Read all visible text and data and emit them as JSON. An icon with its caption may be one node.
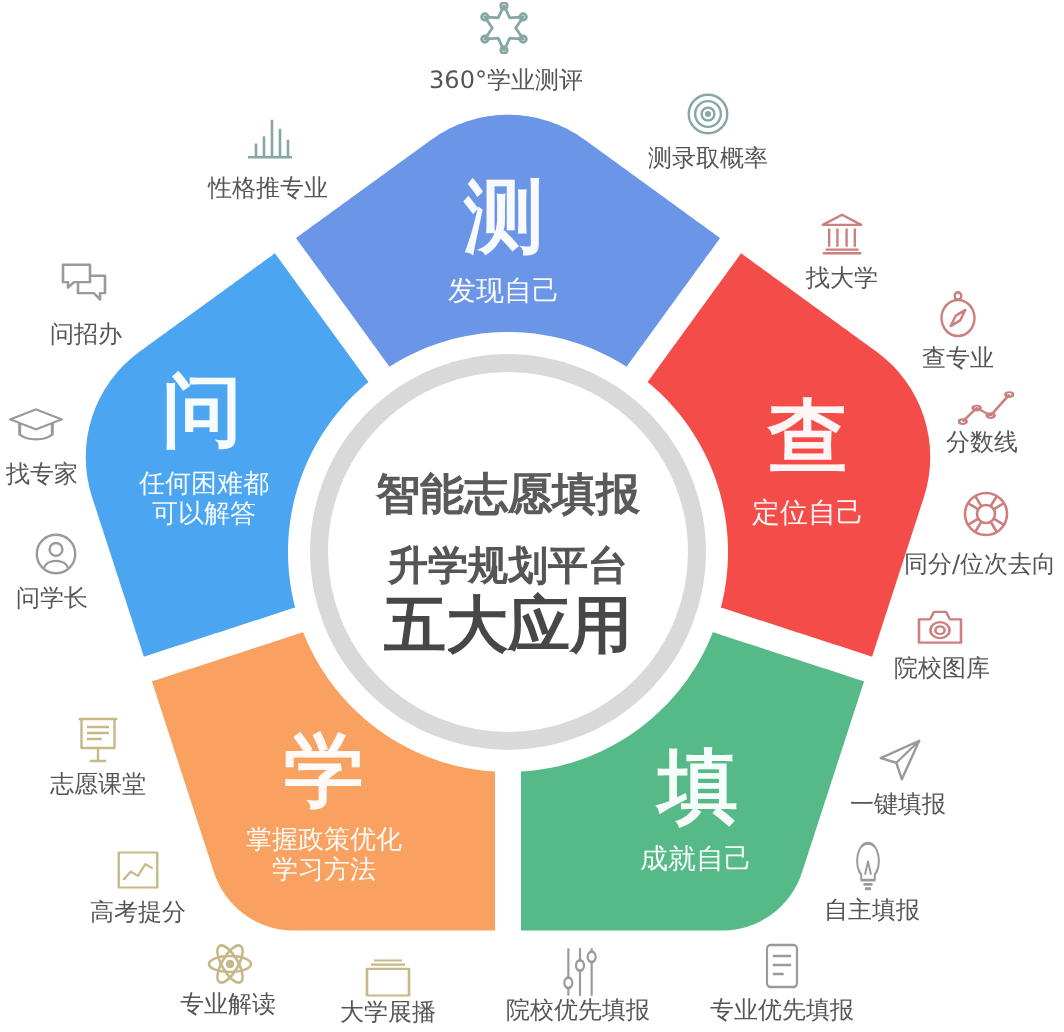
{
  "diagram": {
    "nodes": [
      {
        "text": [
          "智能志愿填报",
          "升学规划平台",
          "五大应用"
        ]
      },
      {
        "text": [
          "测",
          "发现自己"
        ],
        "beside": [
          "360°学业测评",
          "测录取概率",
          "性格推专业"
        ]
      },
      {
        "text": [
          "查",
          "定位自己"
        ],
        "beside": [
          "找大学",
          "查专业",
          "分数线",
          "同分/位次去向",
          "院校图库"
        ]
      },
      {
        "text": [
          "填",
          "成就自己"
        ],
        "beside": [
          "一键填报",
          "自主填报",
          "专业优先填报",
          "院校优先填报"
        ]
      },
      {
        "text": [
          "学",
          "掌握政策优化学习方法"
        ],
        "beside": [
          "志愿课堂",
          "高考提分",
          "专业解读",
          "大学展播"
        ]
      },
      {
        "text": [
          "问",
          "任何困难都可以解答"
        ],
        "beside": [
          "问招办",
          "找专家",
          "问学长"
        ]
      }
    ]
  }
}
